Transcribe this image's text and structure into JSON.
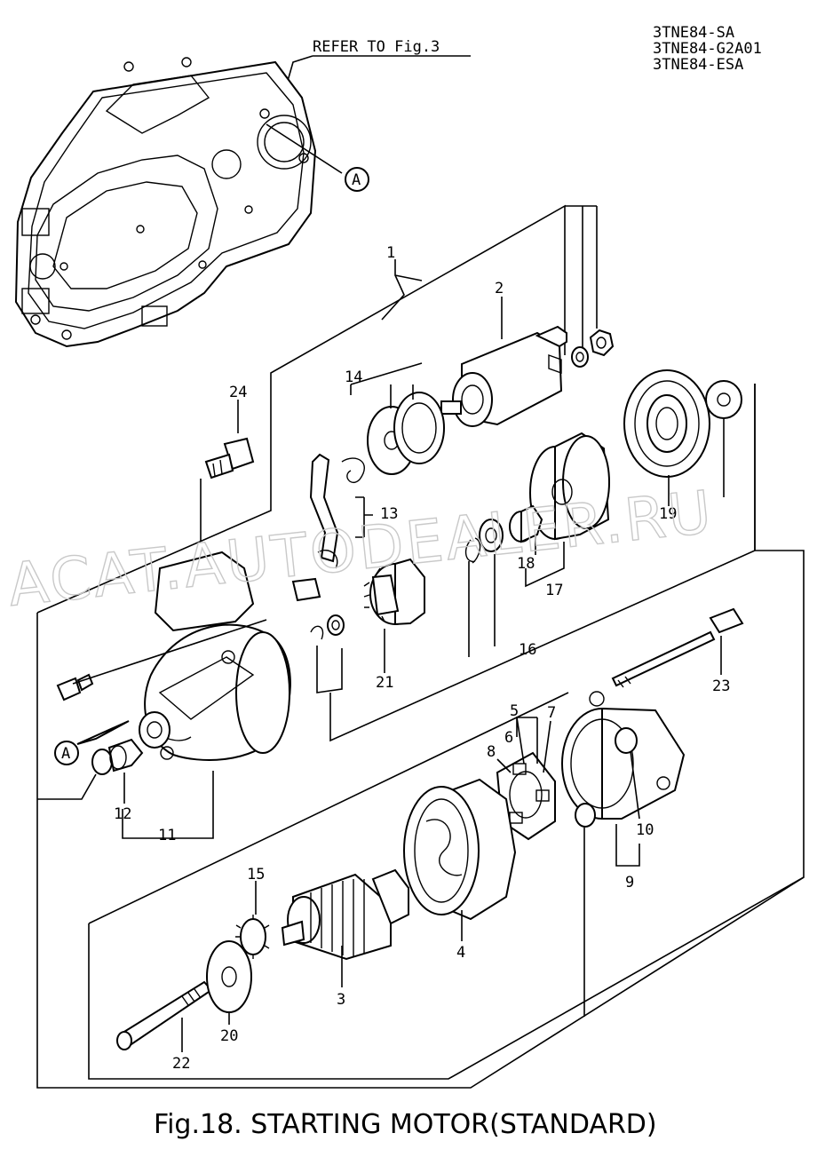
{
  "header": {
    "models": [
      "3TNE84-SA",
      "3TNE84-G2A01",
      "3TNE84-ESA"
    ],
    "refer_note": "REFER TO Fig.3",
    "ref_marker": "A"
  },
  "watermark": "ACAT.AUTODEALER.RU",
  "caption": "Fig.18.  STARTING MOTOR(STANDARD)",
  "callouts": {
    "c1": "1",
    "c2": "2",
    "c3": "3",
    "c4": "4",
    "c5": "5",
    "c6": "6",
    "c7": "7",
    "c8": "8",
    "c9": "9",
    "c10": "10",
    "c11": "11",
    "c12": "12",
    "c13": "13",
    "c14": "14",
    "c15": "15",
    "c16": "16",
    "c17": "17",
    "c18": "18",
    "c19": "19",
    "c20": "20",
    "c21": "21",
    "c22": "22",
    "c23": "23",
    "c24": "24"
  },
  "colors": {
    "line": "#000000",
    "watermark": "#c9c9c9",
    "background": "#ffffff"
  }
}
